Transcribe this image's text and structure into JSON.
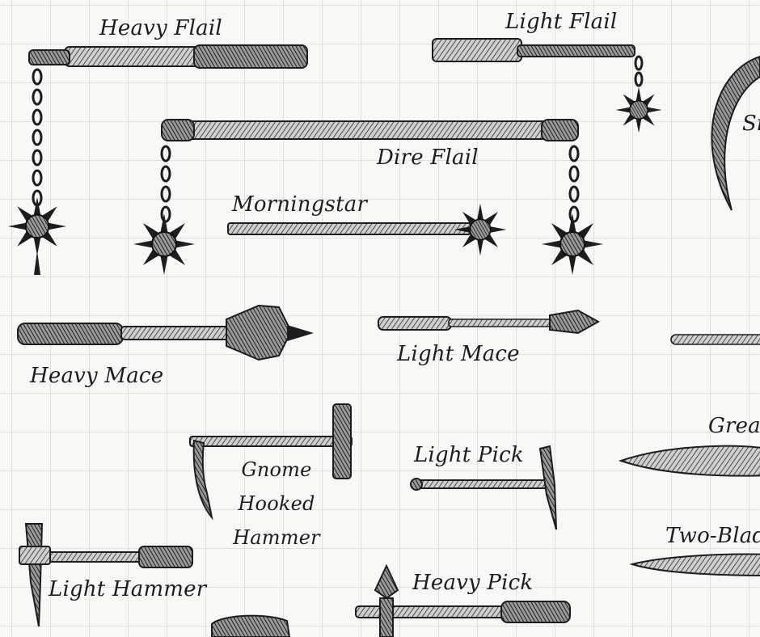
{
  "colors": {
    "ink": "#1d1d1d",
    "paper": "#f8f8f6",
    "grid": "#bdbdbd"
  },
  "labels": {
    "heavy_flail": "Heavy Flail",
    "light_flail": "Light Flail",
    "dire_flail": "Dire Flail",
    "morningstar": "Morningstar",
    "heavy_mace": "Heavy Mace",
    "light_mace": "Light Mace",
    "gnome_hooked_hammer": [
      "Gnome",
      "Hooked",
      "Hammer"
    ],
    "light_pick": "Light Pick",
    "light_hammer": "Light Hammer",
    "heavy_pick": "Heavy Pick",
    "sickle_partial": "Si",
    "greatsword_partial": "Great",
    "two_bladed_partial": "Two-Blad"
  }
}
